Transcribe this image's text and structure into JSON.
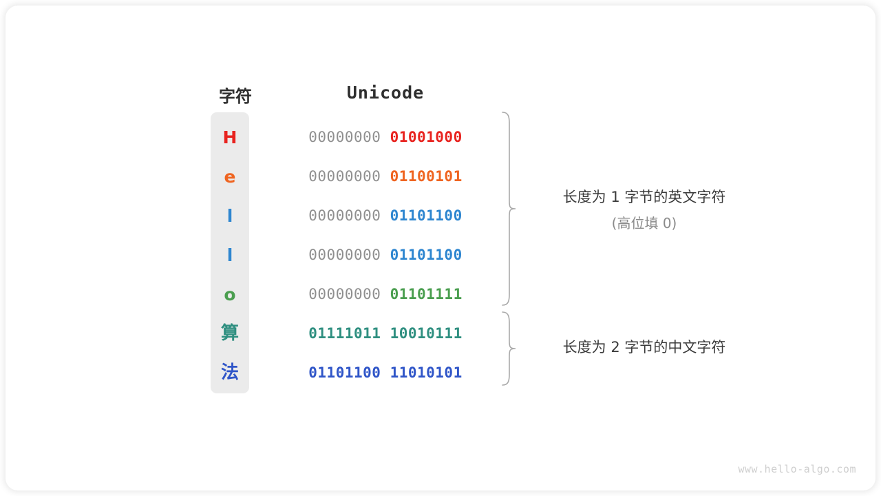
{
  "headers": {
    "char": "字符",
    "unicode": "Unicode"
  },
  "rows": [
    {
      "char": "H",
      "color": "#e8231f",
      "high": "00000000",
      "low": "01001000",
      "cjk": false
    },
    {
      "char": "e",
      "color": "#ef6420",
      "high": "00000000",
      "low": "01100101",
      "cjk": false
    },
    {
      "char": "l",
      "color": "#2e86d0",
      "high": "00000000",
      "low": "01101100",
      "cjk": false
    },
    {
      "char": "l",
      "color": "#2e86d0",
      "high": "00000000",
      "low": "01101100",
      "cjk": false
    },
    {
      "char": "o",
      "color": "#4a9e4f",
      "high": "00000000",
      "low": "01101111",
      "cjk": false
    },
    {
      "char": "算",
      "color": "#2f8f80",
      "high": "01111011",
      "low": "10010111",
      "cjk": true
    },
    {
      "char": "法",
      "color": "#2f55c8",
      "high": "01101100",
      "low": "11010101",
      "cjk": true
    }
  ],
  "annotations": [
    {
      "main": "长度为 1 字节的英文字符",
      "sub": "(高位填 0)"
    },
    {
      "main": "长度为 2 字节的中文字符",
      "sub": ""
    }
  ],
  "watermark": "www.hello-algo.com",
  "colors": {
    "panel_bg": "#ebebeb",
    "card_bg": "#ffffff",
    "high_byte": "#8f8f8f",
    "heading": "#2e2e2e",
    "annotation": "#3a3a3a",
    "annotation_sub": "#8a8a8a",
    "brace": "#a9a9a9",
    "watermark": "#cfcfcf"
  }
}
